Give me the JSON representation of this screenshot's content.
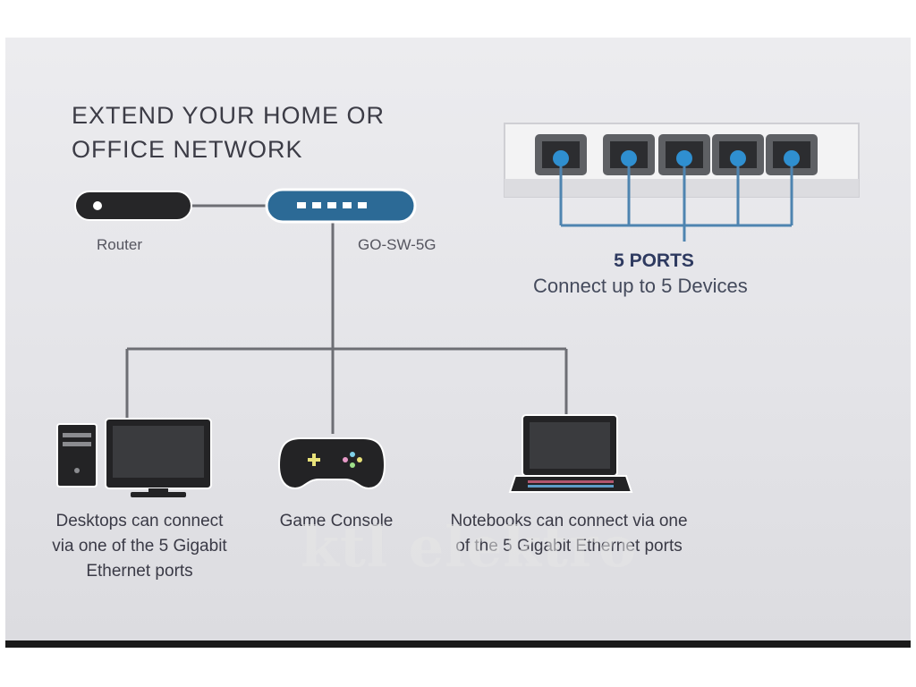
{
  "title_line1": "EXTEND YOUR HOME OR",
  "title_line2": "OFFICE NETWORK",
  "router_label": "Router",
  "switch_label": "GO-SW-5G",
  "ports_title": "5 PORTS",
  "ports_description": "Connect up to 5 Devices",
  "desktop_caption": "Desktops can connect via one of the 5 Gigabit Ethernet ports",
  "console_caption": "Game Console",
  "notebook_caption": "Notebooks can connect via one of the 5 Gigabit Ethernet ports",
  "watermark": "ktl elektro",
  "colors": {
    "switch_blue": "#2c6a96",
    "port_blue": "#2f8fd0",
    "line": "#6d6e74",
    "device_dark": "#232325"
  }
}
